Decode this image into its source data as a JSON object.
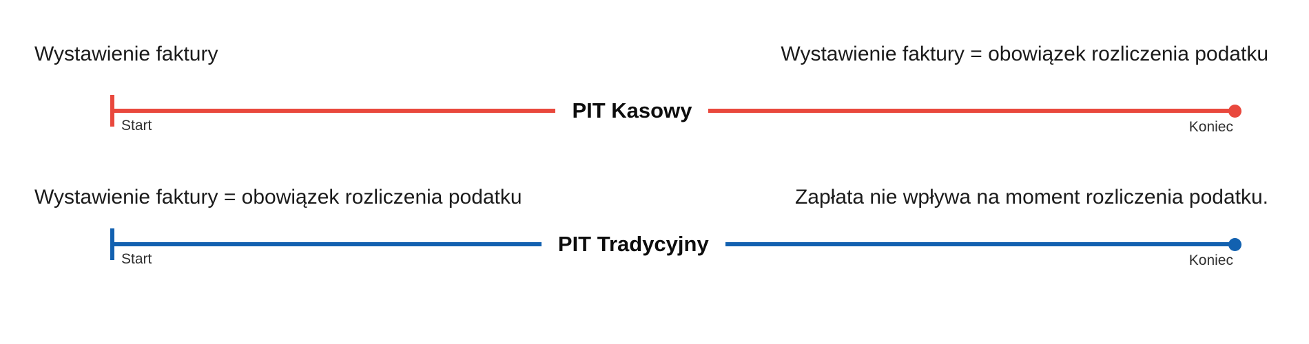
{
  "page": {
    "background_color": "#ffffff"
  },
  "timelines": [
    {
      "title": "PIT Kasowy",
      "color": "#e9483d",
      "annotation_left": "Wystawienie faktury",
      "annotation_right": "Wystawienie faktury = obowiązek rozliczenia podatku",
      "start_label": "Start",
      "end_label": "Koniec"
    },
    {
      "title": "PIT Tradycyjny",
      "color": "#1261b0",
      "annotation_left": "Wystawienie faktury = obowiązek rozliczenia podatku",
      "annotation_right": "Zapłata nie wpływa na moment rozliczenia podatku.",
      "start_label": "Start",
      "end_label": "Koniec"
    }
  ]
}
